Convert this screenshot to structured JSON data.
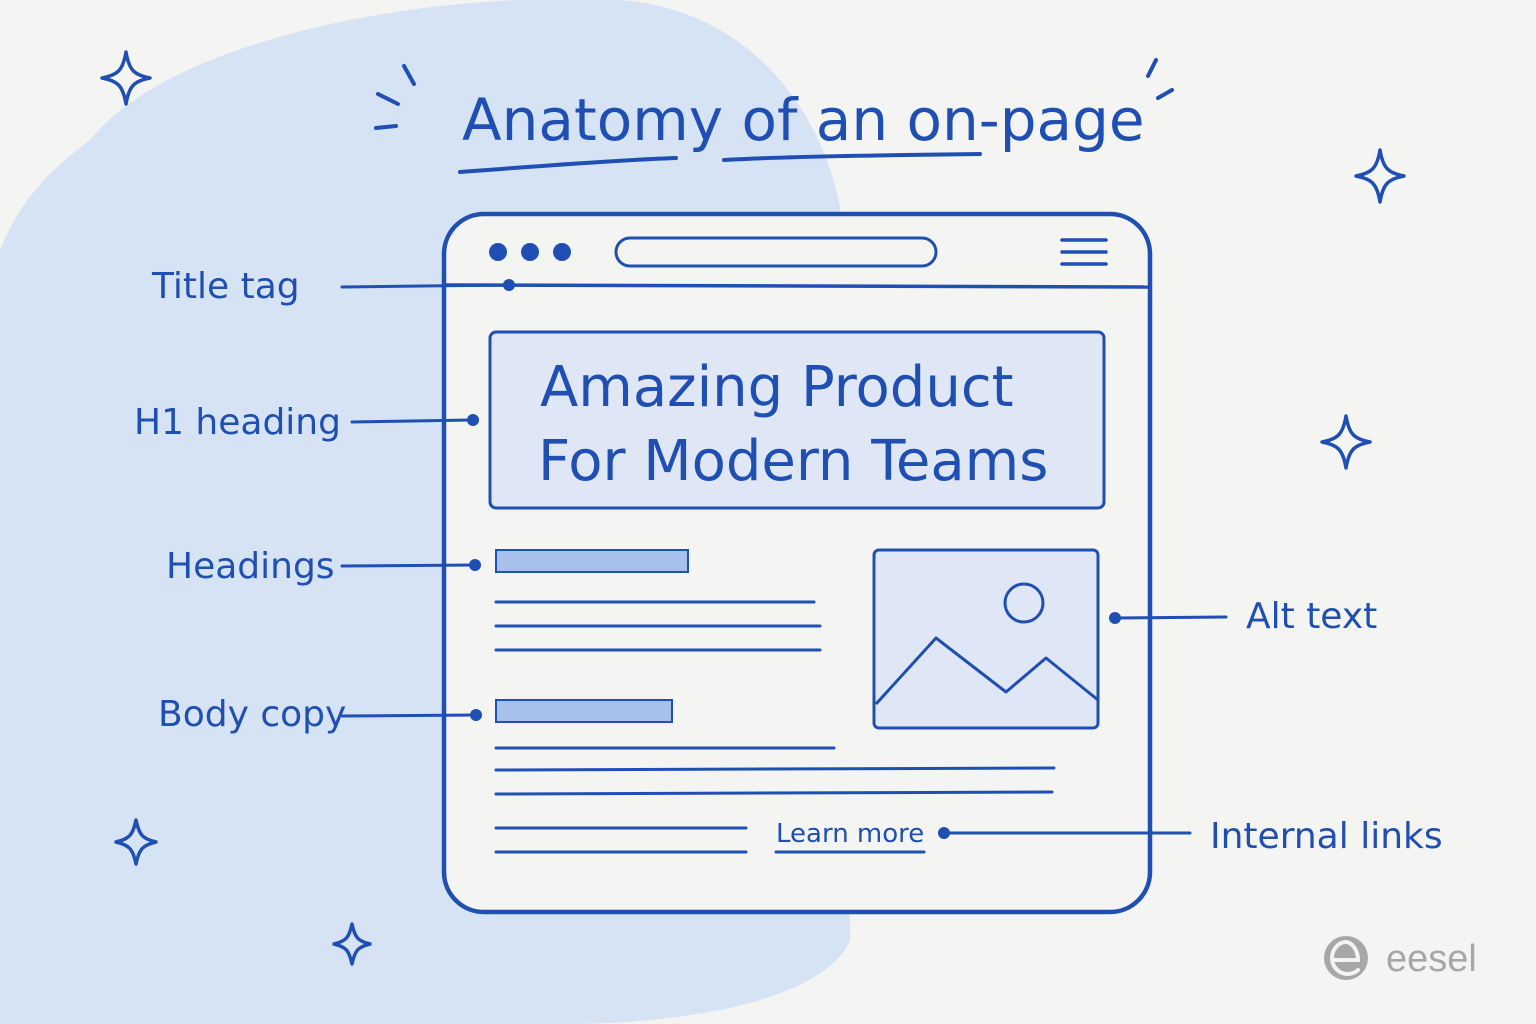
{
  "title": "Anatomy of an on-page",
  "hero": {
    "line1": "Amazing Product",
    "line2": "For Modern Teams"
  },
  "link_text": "Learn more",
  "labels": {
    "title_tag": "Title tag",
    "h1_heading": "H1 heading",
    "headings": "Headings",
    "body_copy": "Body copy",
    "alt_text": "Alt text",
    "internal_links": "Internal links"
  },
  "logo": {
    "text": "eesel",
    "icon": "eesel-logo-icon"
  },
  "icons": [
    "sparkle-icon",
    "menu-icon",
    "window-dot-icon",
    "image-placeholder-icon",
    "sun-icon",
    "mountain-icon"
  ],
  "colors": {
    "ink": "#1f4fb3",
    "blob": "#d6e3f5",
    "panel": "#dfe7f6",
    "bar": "#a8c1ea",
    "background": "#f4f4f3",
    "logo": "#a7a7a7"
  }
}
